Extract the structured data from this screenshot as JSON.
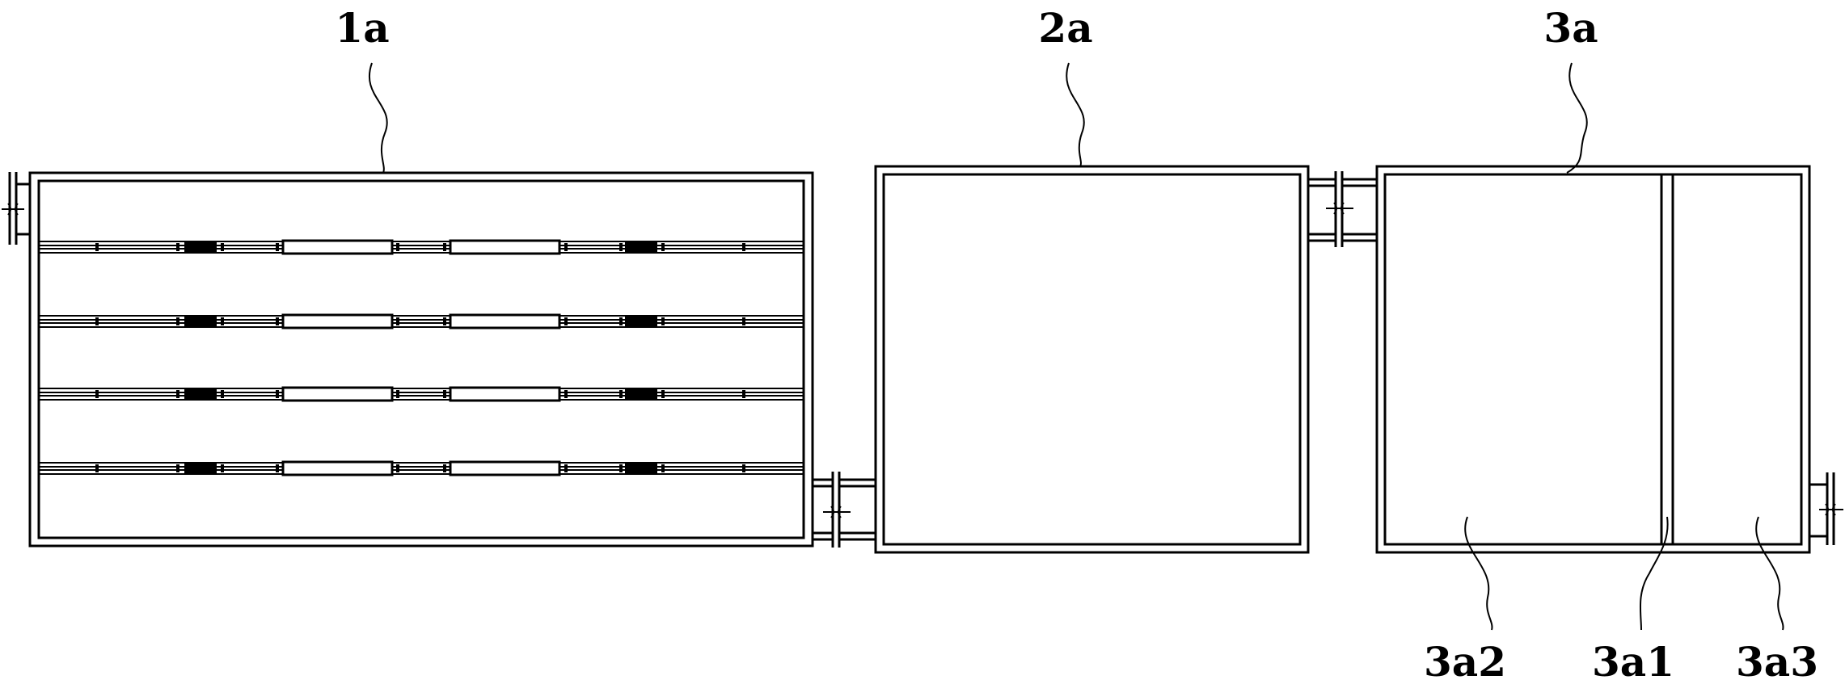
{
  "labels": {
    "tank_1": "1a",
    "tank_2": "2a",
    "tank_3": "3a",
    "chamber_left": "3a2",
    "partition": "3a1",
    "chamber_right": "3a3"
  }
}
